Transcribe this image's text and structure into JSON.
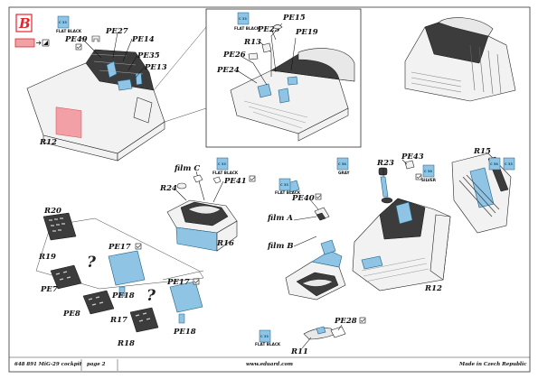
{
  "sheet": {
    "letter": "B",
    "colors": {
      "accent": "#e4262c",
      "pink": "#f2a0a6",
      "blue": "#8fc4e4",
      "blue_dark": "#1b5f86",
      "line": "#111111"
    }
  },
  "labels": {
    "PE49": "PE49",
    "PE27": "PE27",
    "PE14": "PE14",
    "PE35": "PE35",
    "PE13": "PE13",
    "R12_top": "R12",
    "PE15": "PE15",
    "PE25": "PE25",
    "R13": "R13",
    "PE19": "PE19",
    "PE26": "PE26",
    "PE24": "PE24",
    "film_c": "film C",
    "R24": "R24",
    "PE41": "PE41",
    "R16": "R16",
    "R20": "R20",
    "R19": "R19",
    "PE17_a": "PE17",
    "PE17_b": "PE17",
    "PE7": "PE7",
    "PE18_a": "PE18",
    "PE8": "PE8",
    "R17": "R17",
    "PE18_b": "PE18",
    "R18": "R18",
    "R23": "R23",
    "PE43": "PE43",
    "PE40": "PE40",
    "film_a": "film A",
    "film_b": "film B",
    "R15": "R15",
    "R12_right": "R12",
    "PE28": "PE28",
    "R11": "R11"
  },
  "paint_chips": {
    "c33": "C 33",
    "flat_black": "FLAT BLACK",
    "c58": "C 58",
    "gray": "GRAY",
    "c36": "C 36",
    "silver": "SILVER"
  },
  "marks": {
    "question": "?"
  },
  "icons": [
    "check-box-icon",
    "red-swatch-icon",
    "paint-tin-icon",
    "eye-icon"
  ],
  "footer": {
    "left": "648 891 MiG-29 cockpit",
    "page": "page 2",
    "url": "www.eduard.com",
    "made": "Made in Czech Republic"
  }
}
